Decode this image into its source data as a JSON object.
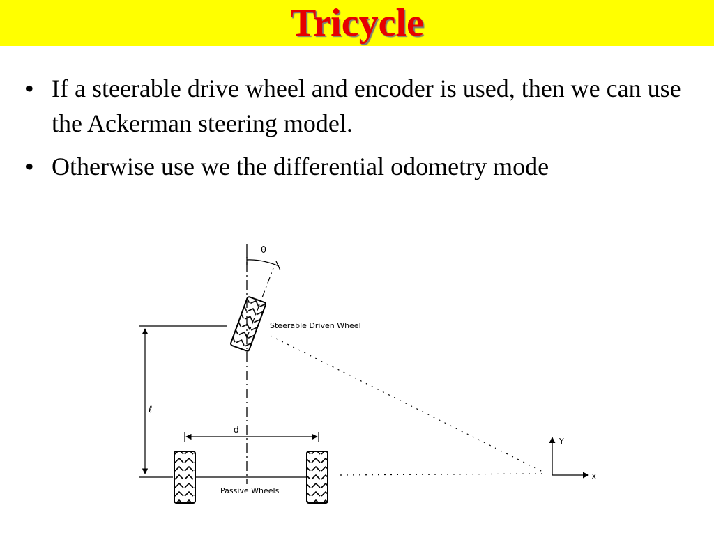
{
  "slide": {
    "title": "Tricycle",
    "bullets": [
      {
        "marker": "•",
        "text": "If a steerable drive wheel and encoder is used, then we can use the Ackerman steering model."
      },
      {
        "marker": "•",
        "text": "Otherwise use we the differential odometry mode"
      }
    ]
  },
  "diagram": {
    "angle_label": "θ",
    "steerable_wheel_label": "Steerable Driven Wheel",
    "length_label": "ℓ",
    "track_label": "d",
    "passive_wheels_label": "Passive Wheels",
    "y_axis_label": "Y",
    "x_axis_label": "X"
  },
  "colors": {
    "title_bar": "#ffff00",
    "title_text": "#e60000"
  }
}
